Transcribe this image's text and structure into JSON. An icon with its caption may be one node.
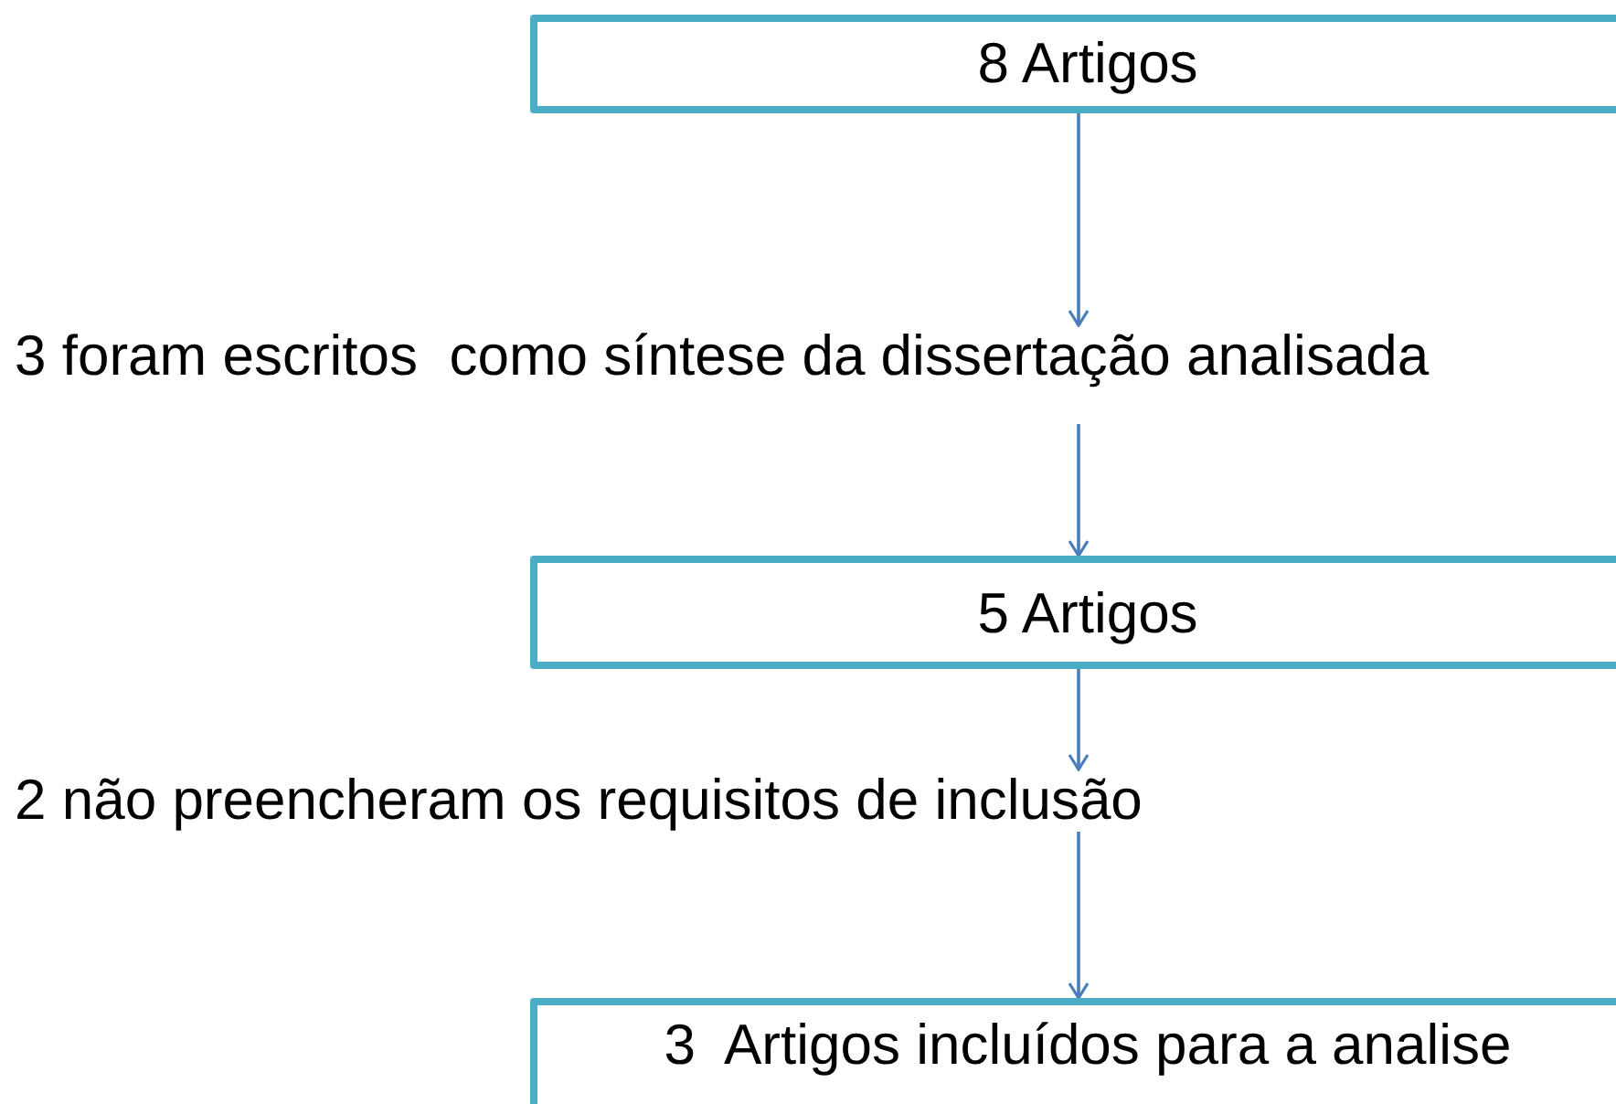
{
  "diagram": {
    "nodes": [
      {
        "text": [
          "8 Artigos"
        ]
      },
      {
        "text": [
          "3 foram escritos  como síntese da dissertação analisada"
        ]
      },
      {
        "text": [
          "5 Artigos"
        ]
      },
      {
        "text": [
          "2 não preencheram os requisitos de inclusão"
        ]
      },
      {
        "text": [
          "3  Artigos incluídos para a analise"
        ]
      }
    ],
    "edges": [
      {
        "from": 0,
        "to": 1,
        "arrow": "to"
      },
      {
        "from": 1,
        "to": 2,
        "arrow": "to"
      },
      {
        "from": 2,
        "to": 3,
        "arrow": "to"
      },
      {
        "from": 3,
        "to": 4,
        "arrow": "to"
      }
    ]
  }
}
